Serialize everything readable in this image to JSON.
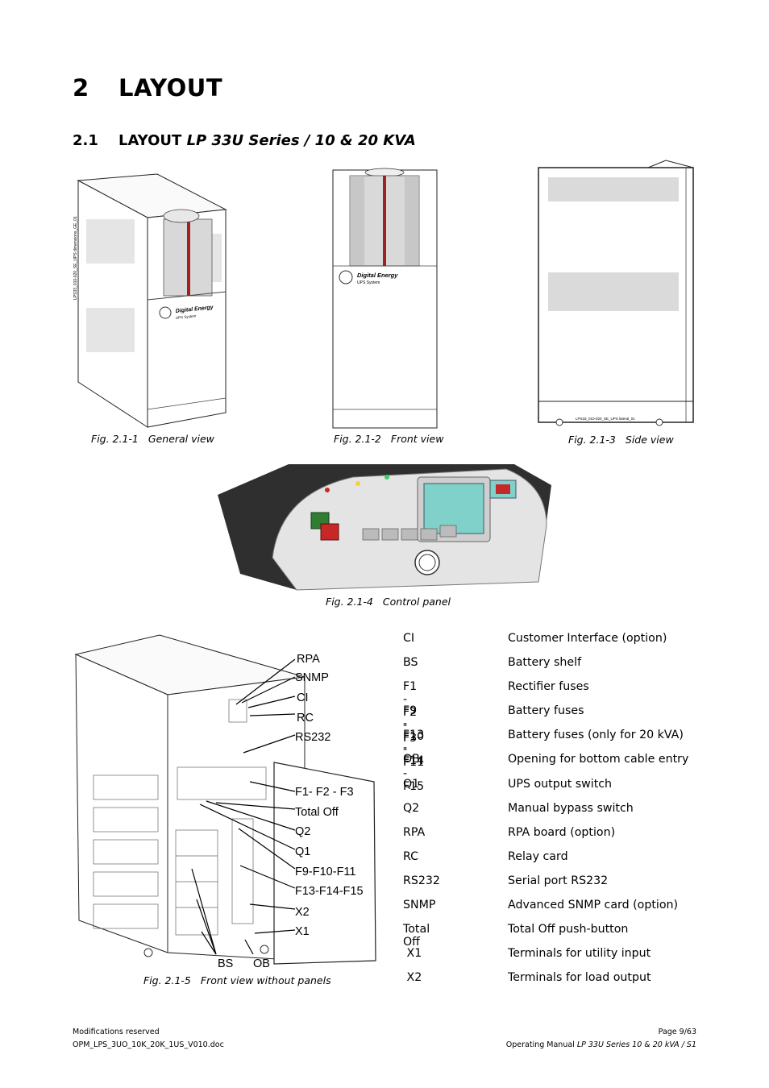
{
  "heading1": {
    "number": "2",
    "title": "LAYOUT"
  },
  "heading2": {
    "number": "2.1",
    "prefix": "LAYOUT",
    "italic": "LP 33U Series / 10 & 20 KVA"
  },
  "figures": [
    {
      "number": "Fig. 2.1-1",
      "caption": "General view"
    },
    {
      "number": "Fig. 2.1-2",
      "caption": "Front view"
    },
    {
      "number": "Fig. 2.1-3",
      "caption": "Side view"
    },
    {
      "number": "Fig. 2.1-4",
      "caption": "Control panel"
    },
    {
      "number": "Fig. 2.1-5",
      "caption": "Front view without panels"
    }
  ],
  "fig1": {
    "vertical_label": "LPS33_010-020_SE_UPS dimensions_GE_01",
    "brand": "Digital Energy",
    "sub": "UPS System"
  },
  "fig2": {
    "brand": "Digital Energy",
    "sub": "UPS System"
  },
  "fig3": {
    "drawing_id": "LPS33_010-020_SE_UPS lateral_01"
  },
  "callouts": [
    "RPA",
    "SNMP",
    "CI",
    "RC",
    "RS232",
    "F1- F2 - F3",
    "Total Off",
    "Q2",
    "Q1",
    "F9-F10-F11",
    "F13-F14-F15",
    "X2",
    "X1",
    "BS",
    "OB"
  ],
  "legend": [
    {
      "code": "CI",
      "desc": "Customer Interface (option)"
    },
    {
      "code": "BS",
      "desc": "Battery shelf"
    },
    {
      "code": "F1 - F2 - F3",
      "desc": "Rectifier fuses"
    },
    {
      "code": "F9 - F10 - F11",
      "desc": "Battery fuses"
    },
    {
      "code": "F13 - F14 - F15",
      "desc": "Battery fuses (only for 20 kVA)"
    },
    {
      "code": "OB",
      "desc": "Opening for bottom cable entry"
    },
    {
      "code": "Q1",
      "desc": "UPS output switch"
    },
    {
      "code": "Q2",
      "desc": "Manual bypass switch"
    },
    {
      "code": "RPA",
      "desc": "RPA board (option)"
    },
    {
      "code": "RC",
      "desc": "Relay card"
    },
    {
      "code": "RS232",
      "desc": "Serial port RS232"
    },
    {
      "code": "SNMP",
      "desc": "Advanced SNMP card (option)"
    },
    {
      "code": "Total Off",
      "desc": "Total Off push-button"
    },
    {
      "code": " X1",
      "desc": "Terminals for utility input"
    },
    {
      "code": " X2",
      "desc": "Terminals for load output"
    }
  ],
  "footer": {
    "left1": "Modifications reserved",
    "left2": "OPM_LPS_3UO_10K_20K_1US_V010.doc",
    "right1": "Page 9/63",
    "right2_prefix": "Operating Manual",
    "right2_italic": "LP 33U Series 10 & 20 kVA / S1"
  }
}
